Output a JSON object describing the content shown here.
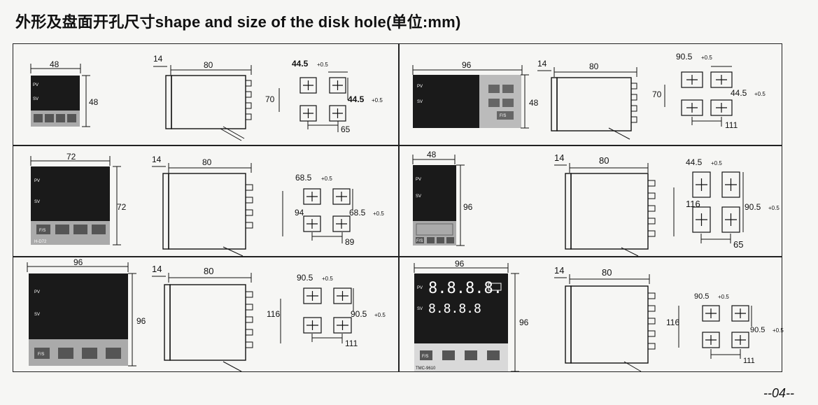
{
  "title": "外形及盘面开孔尺寸shape and size of the disk hole(单位:mm)",
  "page_number": "--04--",
  "tolerance": "+0.5",
  "panels": [
    {
      "id": "p1",
      "front_width": "48",
      "front_height": "48",
      "bezel": "14",
      "depth": "80",
      "body_height": "70",
      "cutout_w": "44.5",
      "cutout_h": "44.5",
      "pitch_h": "65",
      "face_labels": [
        "PV",
        "SV"
      ]
    },
    {
      "id": "p2",
      "front_width": "96",
      "front_height": "48",
      "bezel": "14",
      "depth": "80",
      "body_height": "70",
      "cutout_w": "90.5",
      "cutout_h": "44.5",
      "pitch_h": "111",
      "face_labels": [
        "PV",
        "SV"
      ],
      "button_label": "F/S"
    },
    {
      "id": "p3",
      "front_width": "72",
      "front_height": "72",
      "bezel": "14",
      "depth": "80",
      "body_height": "94",
      "cutout_w": "68.5",
      "cutout_h": "68.5",
      "pitch_h": "89",
      "face_labels": [
        "PV",
        "SV"
      ],
      "button_label": "F/S",
      "model": "H-D72"
    },
    {
      "id": "p4",
      "front_width": "48",
      "front_height": "96",
      "bezel": "14",
      "depth": "80",
      "body_height": "116",
      "cutout_w": "44.5",
      "cutout_h": "90.5",
      "pitch_h": "65",
      "face_labels": [
        "PV",
        "SV"
      ],
      "button_label": "F/S"
    },
    {
      "id": "p5",
      "front_width": "96",
      "front_height": "96",
      "bezel": "14",
      "depth": "80",
      "body_height": "116",
      "cutout_w": "90.5",
      "cutout_h": "90.5",
      "pitch_h": "111",
      "face_labels": [
        "PV",
        "SV"
      ],
      "button_label": "F/S"
    },
    {
      "id": "p6",
      "front_width": "96",
      "front_height": "96",
      "bezel": "14",
      "depth": "80",
      "body_height": "116",
      "cutout_w": "90.5",
      "cutout_h": "90.5",
      "pitch_h": "111",
      "face_labels": [
        "PV",
        "SV"
      ],
      "pv_display": "8.8.8.8.",
      "sv_display": "8.8.8.8",
      "button_label": "F/S",
      "model": "TMC-9610"
    }
  ]
}
